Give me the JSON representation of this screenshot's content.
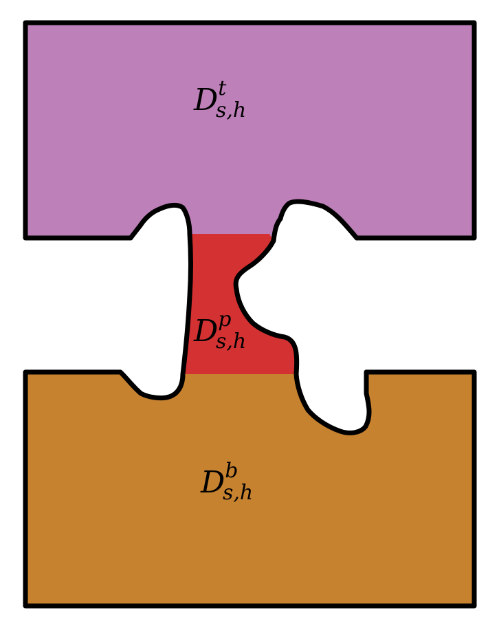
{
  "colors": {
    "top_region": "#bd80b9",
    "middle_region": "#d33132",
    "bottom_region": "#c78230",
    "outline": "#000000",
    "background": "#ffffff"
  },
  "labels": {
    "top": {
      "symbol": "D",
      "superscript": "t",
      "subscript": "s,h"
    },
    "middle": {
      "symbol": "D",
      "superscript": "p",
      "subscript": "s,h"
    },
    "bottom": {
      "symbol": "D",
      "superscript": "b",
      "subscript": "s,h"
    }
  }
}
